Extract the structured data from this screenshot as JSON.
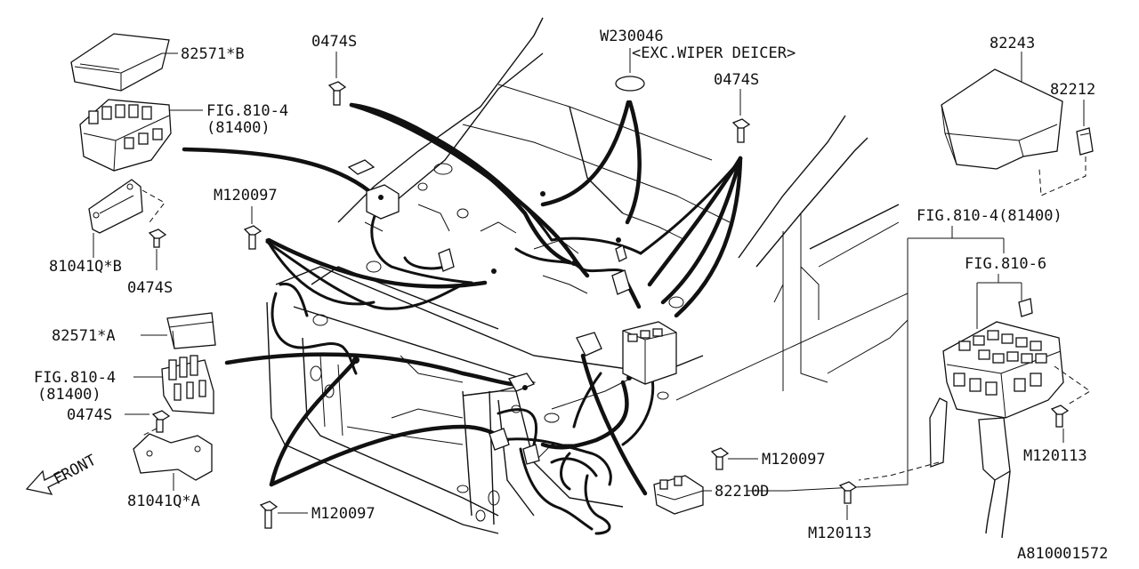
{
  "diagram_id": "A810001572",
  "front_label": "FRONT",
  "labels": {
    "relay_box_cover_b": "82571*B",
    "fig_810_4_top": "FIG.810-4",
    "fig_810_4_top_sub": "(81400)",
    "bolt_0474s_top": "0474S",
    "m120097_left_top": "M120097",
    "bracket_b": "81041Q*B",
    "bolt_0474s_bracket_b": "0474S",
    "relay_box_cover_a": "82571*A",
    "fig_810_4_left": "FIG.810-4",
    "fig_810_4_left_sub": "(81400)",
    "bolt_0474s_left": "0474S",
    "bracket_a": "81041Q*A",
    "m120097_bottom": "M120097",
    "grommet": "W230046",
    "grommet_note": "<EXC.WIPER DEICER>",
    "bolt_0474s_right": "0474S",
    "fuse_box_cover": "82243",
    "fuse": "82212",
    "fig_810_4_right": "FIG.810-4(81400)",
    "fig_810_6": "FIG.810-6",
    "m120097_right": "M120097",
    "fuse_holder": "82210D",
    "m120113_right": "M120113",
    "m120113_bottom": "M120113"
  }
}
